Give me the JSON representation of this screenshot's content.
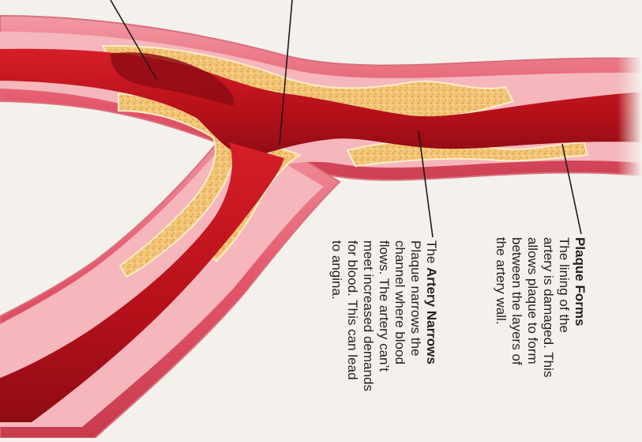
{
  "labels": {
    "plaque_forms": {
      "title": "Plaque Forms",
      "lines": [
        "The lining of the",
        "artery is damaged. This",
        "allows plaque to form",
        "between the layers of",
        "the artery wall."
      ]
    },
    "artery_narrows": {
      "prefix": "The ",
      "title": "Artery Narrows",
      "lines": [
        "Plaque narrows the",
        "channel where blood",
        "flows. The artery can’t",
        "meet increased demands",
        "for blood. This can lead",
        "to angina."
      ]
    }
  },
  "colors": {
    "background": "#f4f1ec",
    "artery_wall": "#e35a6a",
    "artery_wall_light": "#f3a4ad",
    "blood": "#c0121d",
    "blood_dark": "#8f0c14",
    "plaque": "#f4c97a",
    "plaque_edge": "#f7e6b7",
    "leader_line": "#1e1a1a"
  }
}
